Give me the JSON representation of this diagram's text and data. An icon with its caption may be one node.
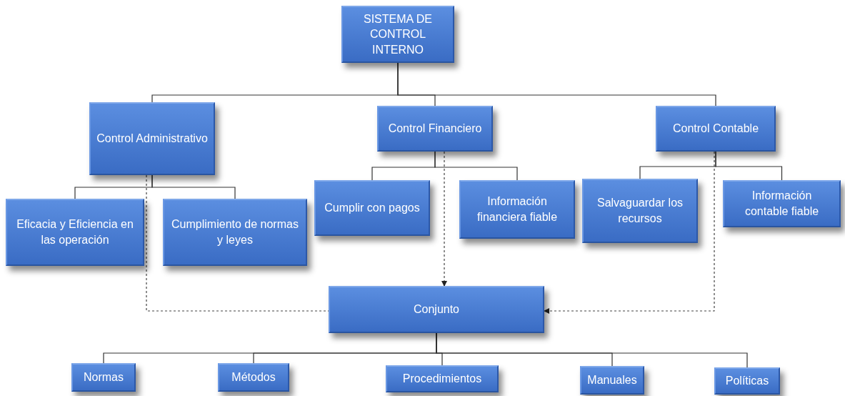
{
  "diagram": {
    "nodes": [
      {
        "text": [
          "SISTEMA DE CONTROL INTERNO"
        ]
      },
      {
        "text": [
          "Control Administrativo"
        ]
      },
      {
        "text": [
          "Control Financiero"
        ]
      },
      {
        "text": [
          "Control Contable"
        ]
      },
      {
        "text": [
          "Eficacia y Eficiencia en las operación"
        ]
      },
      {
        "text": [
          "Cumplimiento de normas y leyes"
        ]
      },
      {
        "text": [
          "Cumplir con pagos"
        ]
      },
      {
        "text": [
          "Información financiera fiable"
        ]
      },
      {
        "text": [
          "Salvaguardar los recursos"
        ]
      },
      {
        "text": [
          "Información contable fiable"
        ]
      },
      {
        "text": [
          "Conjunto"
        ]
      },
      {
        "text": [
          "Normas"
        ]
      },
      {
        "text": [
          "Métodos"
        ]
      },
      {
        "text": [
          "Procedimientos"
        ]
      },
      {
        "text": [
          "Manuales"
        ]
      },
      {
        "text": [
          "Políticas"
        ]
      }
    ],
    "edges": [
      {
        "from": 0,
        "to": 1,
        "arrow": "none"
      },
      {
        "from": 0,
        "to": 2,
        "arrow": "none"
      },
      {
        "from": 0,
        "to": 3,
        "arrow": "none"
      },
      {
        "from": 1,
        "to": 4,
        "arrow": "none"
      },
      {
        "from": 1,
        "to": 5,
        "arrow": "none"
      },
      {
        "from": 2,
        "to": 6,
        "arrow": "none"
      },
      {
        "from": 2,
        "to": 7,
        "arrow": "none"
      },
      {
        "from": 3,
        "to": 8,
        "arrow": "none"
      },
      {
        "from": 3,
        "to": 9,
        "arrow": "none"
      },
      {
        "from": 1,
        "to": 10,
        "arrow": "none",
        "style": "dashed"
      },
      {
        "from": 2,
        "to": 10,
        "arrow": "to",
        "style": "dashed"
      },
      {
        "from": 3,
        "to": 10,
        "arrow": "to",
        "style": "dashed"
      },
      {
        "from": 10,
        "to": 11,
        "arrow": "none"
      },
      {
        "from": 10,
        "to": 12,
        "arrow": "none"
      },
      {
        "from": 10,
        "to": 13,
        "arrow": "none"
      },
      {
        "from": 10,
        "to": 14,
        "arrow": "none"
      },
      {
        "from": 10,
        "to": 15,
        "arrow": "none"
      }
    ]
  }
}
